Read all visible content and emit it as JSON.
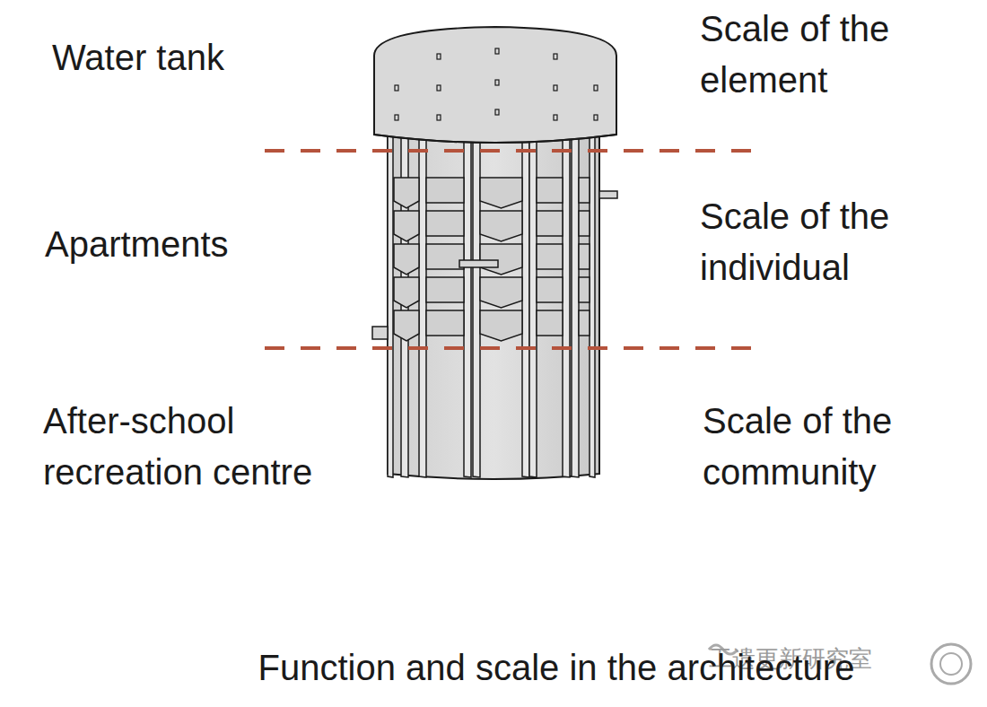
{
  "diagram": {
    "caption": "Function and scale in the architecture",
    "labels": [
      "Water tank",
      "Scale of the element",
      "Apartments",
      "Scale of the individual",
      "After-school recreation centre",
      "Scale of the community",
      "工遗更新研究室"
    ]
  }
}
